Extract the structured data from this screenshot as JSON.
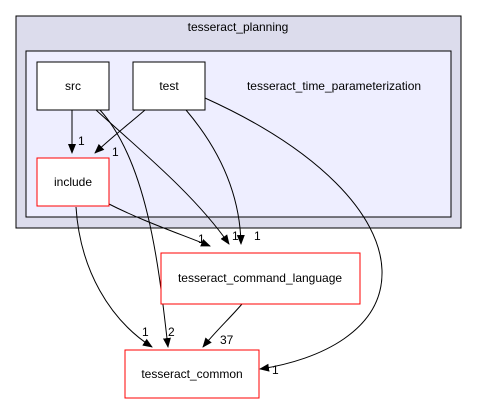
{
  "diagram": {
    "outer_cluster": {
      "label": "tesseract_planning",
      "fill": "#dcdcec",
      "stroke": "#000000"
    },
    "inner_cluster": {
      "label": "tesseract_time_parameterization",
      "fill": "#eeeeff",
      "stroke": "#000000"
    },
    "nodes": {
      "src": {
        "label": "src",
        "stroke": "#000000",
        "fill": "#ffffff"
      },
      "test": {
        "label": "test",
        "stroke": "#000000",
        "fill": "#ffffff"
      },
      "include": {
        "label": "include",
        "stroke": "#ff0000",
        "fill": "#ffffff"
      },
      "command_language": {
        "label": "tesseract_command_language",
        "stroke": "#ff0000",
        "fill": "#ffffff"
      },
      "common": {
        "label": "tesseract_common",
        "stroke": "#ff0000",
        "fill": "#ffffff"
      }
    },
    "edges": {
      "src_include": {
        "from": "src",
        "to": "include",
        "label": "1"
      },
      "test_include": {
        "from": "test",
        "to": "include",
        "label": "1"
      },
      "src_command_language": {
        "from": "src",
        "to": "tesseract_command_language",
        "label": "1"
      },
      "test_command_language": {
        "from": "test",
        "to": "tesseract_command_language",
        "label": "1"
      },
      "include_command_language": {
        "from": "include",
        "to": "tesseract_command_language",
        "label": "1"
      },
      "src_common": {
        "from": "src",
        "to": "tesseract_common",
        "label": "2"
      },
      "include_common": {
        "from": "include",
        "to": "tesseract_common",
        "label": "1"
      },
      "command_language_common": {
        "from": "tesseract_command_language",
        "to": "tesseract_common",
        "label": "37"
      },
      "test_common": {
        "from": "test",
        "to": "tesseract_common",
        "label": "1"
      }
    },
    "edge_color": "#000000"
  }
}
